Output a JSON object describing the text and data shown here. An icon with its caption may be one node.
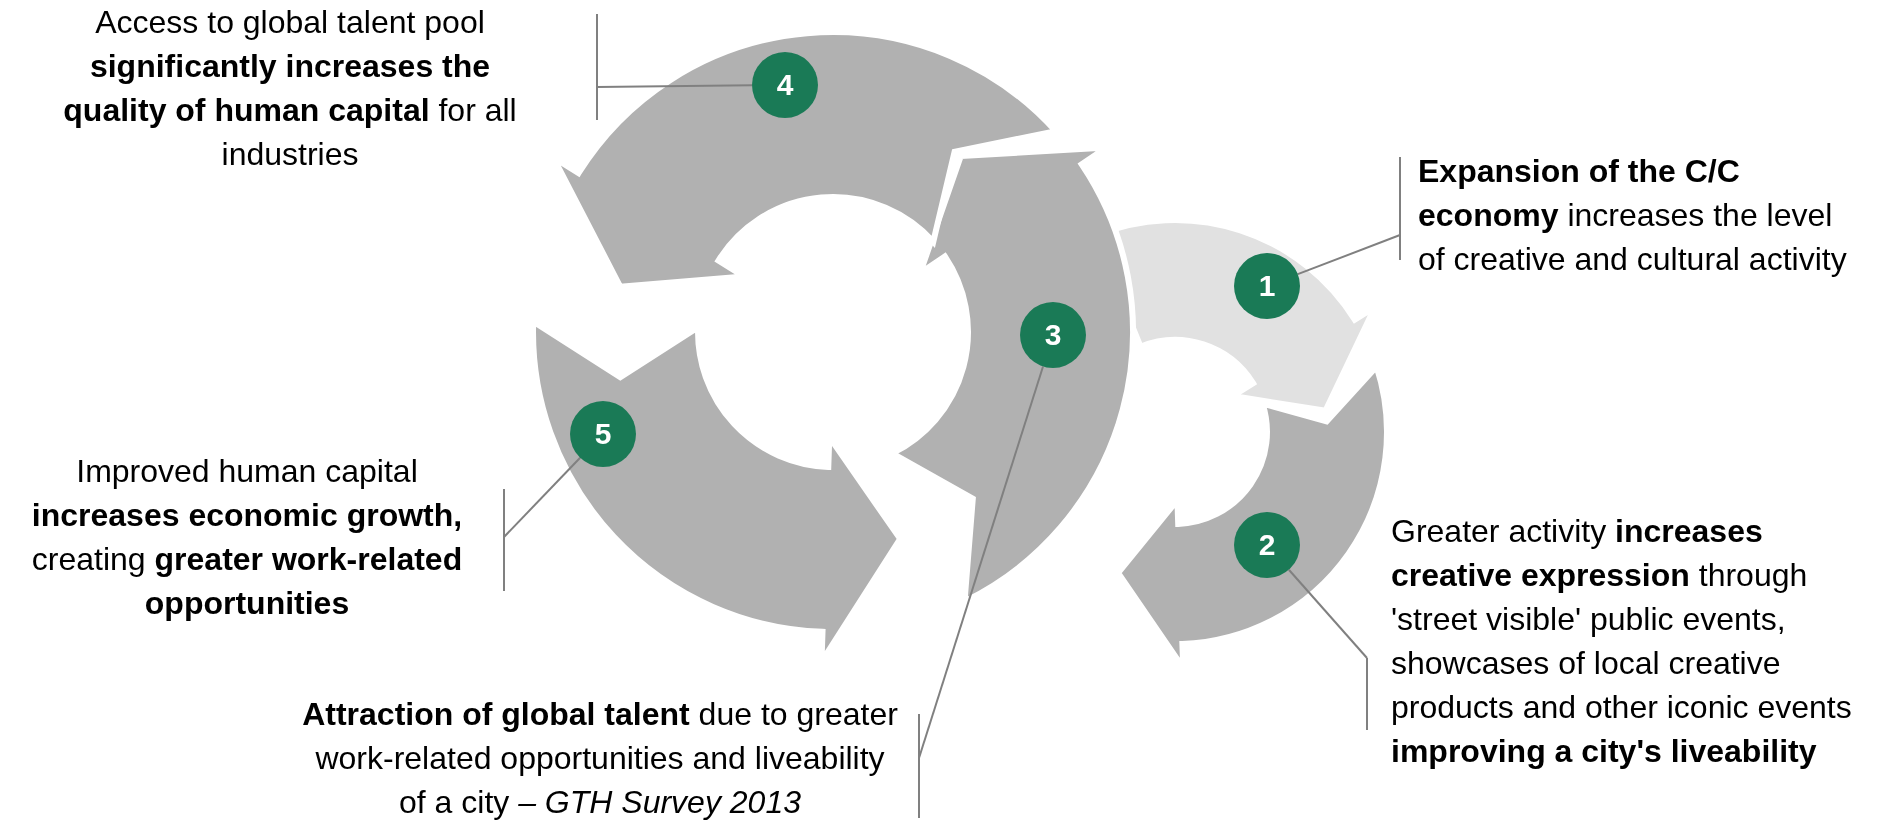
{
  "diagram": {
    "nodes": [
      {
        "text": [
          "Access to global talent pool **significantly increases the quality of human capital** for all industries"
        ]
      },
      {
        "text": [
          "4"
        ]
      },
      {
        "text": [
          "1"
        ]
      },
      {
        "text": [
          "**Expansion of the C/C economy** increases the level of creative and cultural activity"
        ]
      },
      {
        "text": [
          "3"
        ]
      },
      {
        "text": [
          "5"
        ]
      },
      {
        "text": [
          "Improved human capital **increases economic growth,** creating **greater work-related opportunities**"
        ]
      },
      {
        "text": [
          "2"
        ]
      },
      {
        "text": [
          "Greater activity **increases creative expression** through 'street visible' public events, showcases of local creative products and other iconic events **improving a city's liveability**"
        ]
      },
      {
        "text": [
          "**Attraction of global talent** due to greater work-related opportunities and liveability of a city *– GTH Survey 2013*"
        ]
      }
    ],
    "edges": [
      {
        "from": 0,
        "to": 1,
        "arrow": "none"
      },
      {
        "from": 3,
        "to": 2,
        "arrow": "none"
      },
      {
        "from": 6,
        "to": 5,
        "arrow": "none"
      },
      {
        "from": 8,
        "to": 7,
        "arrow": "none"
      },
      {
        "from": 9,
        "to": 4,
        "arrow": "none"
      }
    ]
  }
}
